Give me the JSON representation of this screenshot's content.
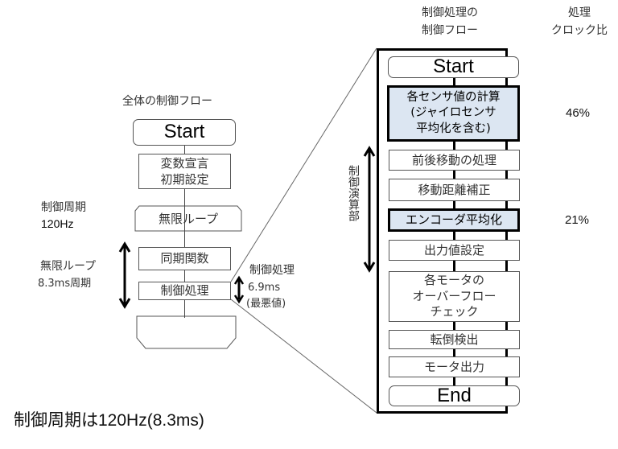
{
  "left_flow": {
    "title": "全体の制御フロー",
    "start": "Start",
    "init": [
      "変数宣言",
      "初期設定"
    ],
    "loop": "無限ループ",
    "sync": "同期関数",
    "control": "制御処理"
  },
  "left_annotations": {
    "period_label": "制御周期",
    "period_value": "120Hz",
    "loop_label": "無限ループ",
    "loop_period": "8.3ms周期",
    "proc_label": "制御処理",
    "proc_time": "6.9ms",
    "proc_note": "(最悪値)"
  },
  "right_header": {
    "flow_title": [
      "制御処理の",
      "制御フロー"
    ],
    "clock_title": [
      "処理",
      "クロック比"
    ]
  },
  "right_flow": {
    "start": "Start",
    "sensor_calc": [
      "各センサ値の計算",
      "(ジャイロセンサ",
      "平均化を含む)"
    ],
    "move": "前後移動の処理",
    "distance": "移動距離補正",
    "encoder": "エンコーダ平均化",
    "output_set": "出力値設定",
    "overflow": [
      "各モータの",
      "オーバーフロー",
      "チェック"
    ],
    "fall": "転倒検出",
    "motor_out": "モータ出力",
    "end": "End"
  },
  "calc_section_label": "制御演算部",
  "clock_ratios": {
    "sensor_calc": "46%",
    "encoder": "21%"
  },
  "footer": "制御周期は120Hz(8.3ms)",
  "colors": {
    "highlight_fill": "#dce6f2",
    "border": "#000000"
  }
}
